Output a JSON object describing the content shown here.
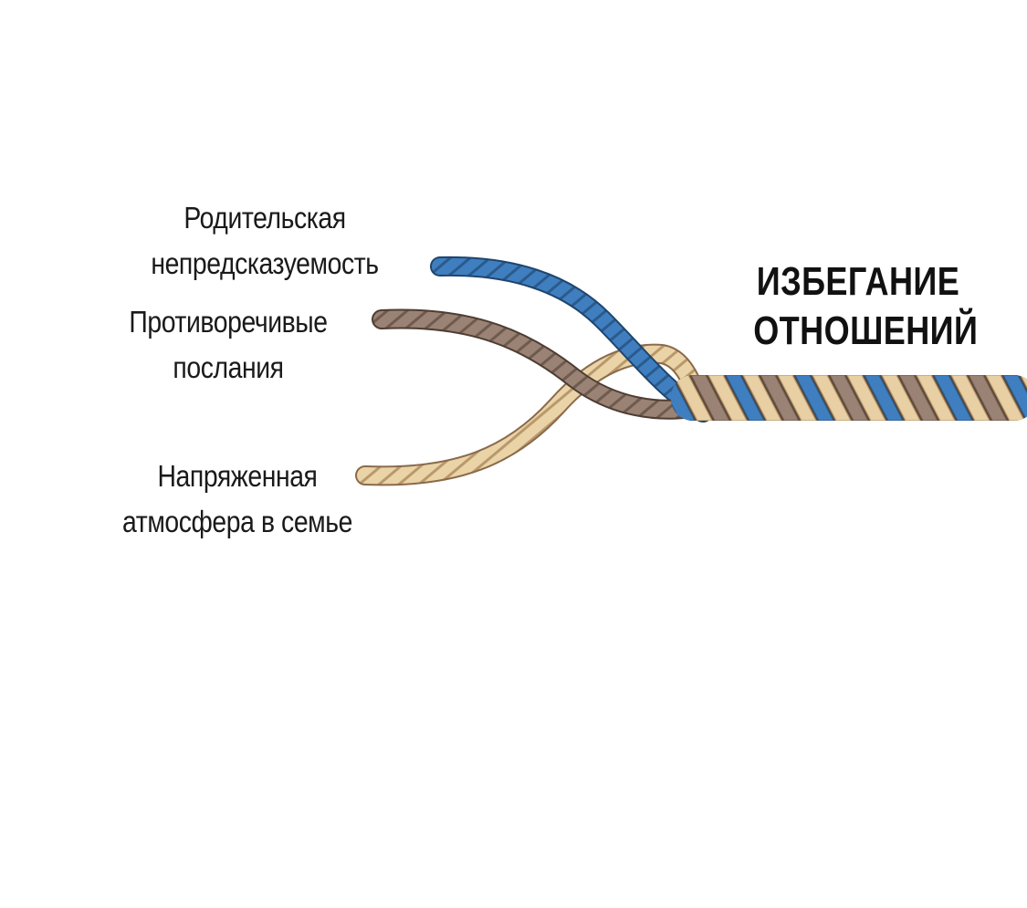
{
  "diagram": {
    "strands": [
      {
        "id": "parental",
        "label_lines": [
          "Родительская",
          "непредсказуемость"
        ],
        "color": "#3f7fc0",
        "stripe": "#2b5a8c"
      },
      {
        "id": "contradictory",
        "label_lines": [
          "Противоречивые",
          "послания"
        ],
        "color": "#9a8274",
        "stripe": "#6e5a4e"
      },
      {
        "id": "tension",
        "label_lines": [
          "Напряженная",
          "атмосфера в семье"
        ],
        "color": "#e8cfa4",
        "stripe": "#b8996c"
      }
    ],
    "result": {
      "lines": [
        "ИЗБЕГАНИЕ",
        "ОТНОШЕНИЙ"
      ]
    }
  },
  "colors": {
    "background": "#ffffff",
    "text": "#1a1a1a",
    "outline": "#5b4636"
  }
}
